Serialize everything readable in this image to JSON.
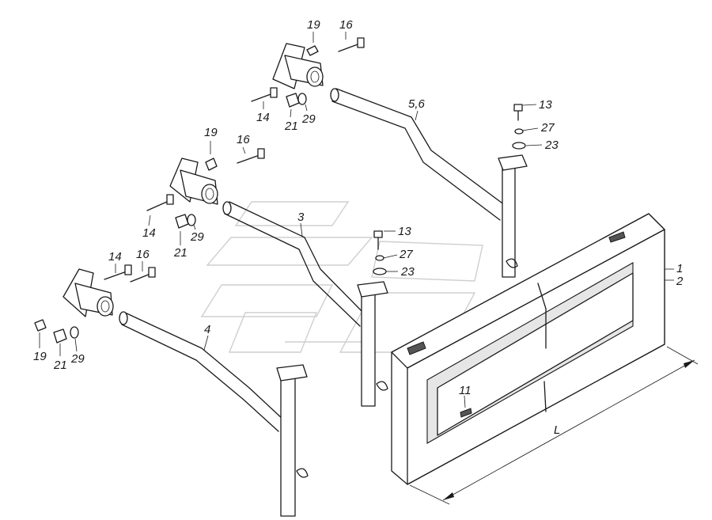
{
  "labels": {
    "l_19a": "19",
    "l_16a": "16",
    "l_14a": "14",
    "l_21a": "21",
    "l_29a": "29",
    "l_19b": "19",
    "l_16b": "16",
    "l_14b": "14",
    "l_21b": "21",
    "l_29b": "29",
    "l_14c": "14",
    "l_16c": "16",
    "l_19c": "19",
    "l_21c": "21",
    "l_29c": "29",
    "l_56": "5,6",
    "l_3": "3",
    "l_4": "4",
    "l_13a": "13",
    "l_27a": "27",
    "l_23a": "23",
    "l_13b": "13",
    "l_27b": "27",
    "l_23b": "23",
    "l_1": "1",
    "l_2": "2",
    "l_11": "11",
    "l_L": "L"
  }
}
